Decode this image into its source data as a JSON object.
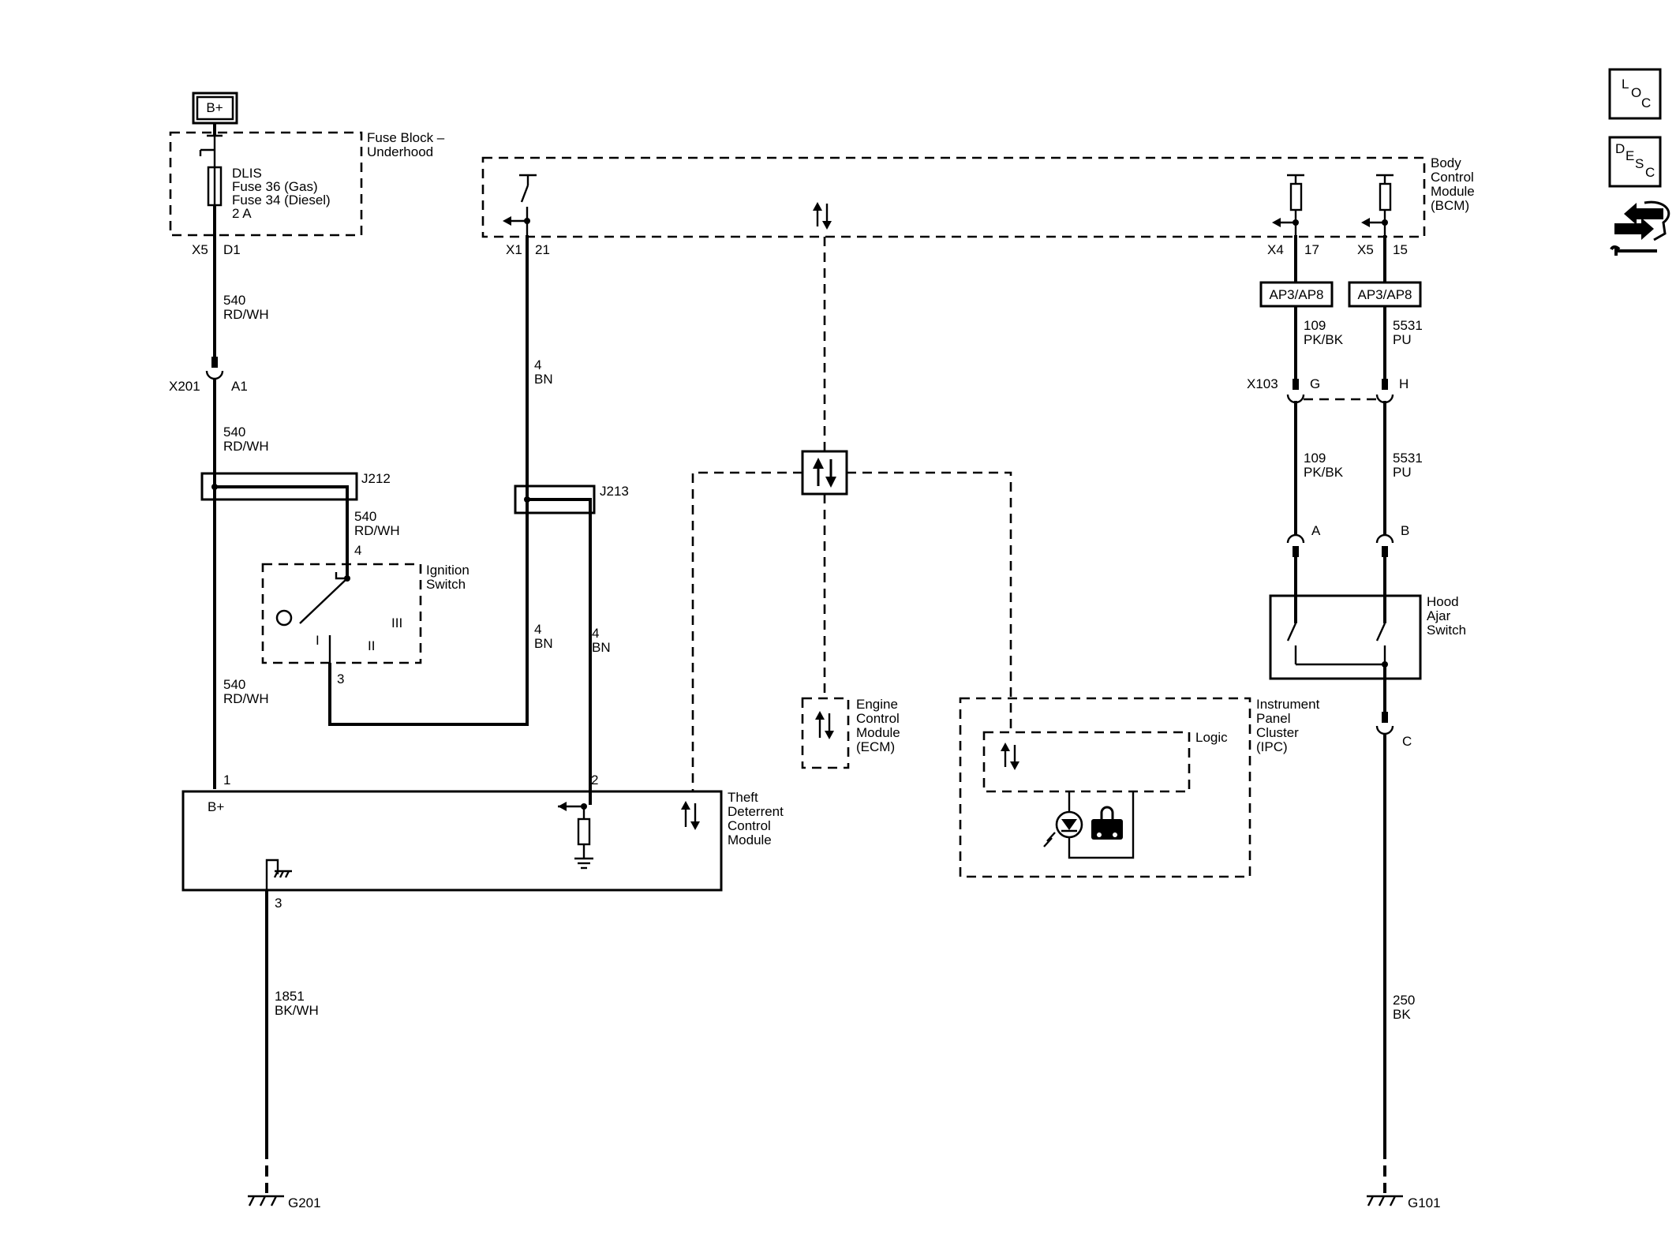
{
  "diagram": {
    "battery": "B+",
    "fuse_block": {
      "title_line1": "Fuse Block –",
      "title_line2": "Underhood"
    },
    "fuse": {
      "line1": "DLIS",
      "line2": "Fuse 36 (Gas)",
      "line3": "Fuse 34 (Diesel)",
      "line4": "2 A"
    },
    "fuse_pins": {
      "connector": "X5",
      "pin": "D1"
    },
    "wire_540a": {
      "circuit": "540",
      "color": "RD/WH"
    },
    "x201": {
      "connector": "X201",
      "pin": "A1"
    },
    "wire_540b": {
      "circuit": "540",
      "color": "RD/WH"
    },
    "j212": "J212",
    "wire_540c": {
      "circuit": "540",
      "color": "RD/WH"
    },
    "ign_pin4": "4",
    "ignition_switch": {
      "line1": "Ignition",
      "line2": "Switch"
    },
    "ign_positions": {
      "p1": "I",
      "p2": "II",
      "p3": "III"
    },
    "ign_pin3": "3",
    "wire_540d": {
      "circuit": "540",
      "color": "RD/WH"
    },
    "bcm_pins_left": {
      "connector": "X1",
      "pin": "21"
    },
    "wire_4a": {
      "circuit": "4",
      "color": "BN"
    },
    "j213": "J213",
    "wire_4b": {
      "circuit": "4",
      "color": "BN"
    },
    "wire_4c": {
      "circuit": "4",
      "color": "BN"
    },
    "tdcm_pin1": "1",
    "tdcm_pin2": "2",
    "tdcm_bplus": "B+",
    "tdcm": {
      "line1": "Theft",
      "line2": "Deterrent",
      "line3": "Control",
      "line4": "Module"
    },
    "tdcm_pin3": "3",
    "wire_1851": {
      "circuit": "1851",
      "color": "BK/WH"
    },
    "g201": "G201",
    "bcm": {
      "line1": "Body",
      "line2": "Control",
      "line3": "Module",
      "line4": "(BCM)"
    },
    "bcm_pins_x4": {
      "connector": "X4",
      "pin": "17"
    },
    "bcm_pins_x5": {
      "connector": "X5",
      "pin": "15"
    },
    "ap_label_1": "AP3/AP8",
    "ap_label_2": "AP3/AP8",
    "wire_109a": {
      "circuit": "109",
      "color": "PK/BK"
    },
    "wire_5531a": {
      "circuit": "5531",
      "color": "PU"
    },
    "x103": {
      "connector": "X103",
      "pin_g": "G",
      "pin_h": "H"
    },
    "wire_109b": {
      "circuit": "109",
      "color": "PK/BK"
    },
    "wire_5531b": {
      "circuit": "5531",
      "color": "PU"
    },
    "hood_pins": {
      "a": "A",
      "b": "B",
      "c": "C"
    },
    "hood_switch": {
      "line1": "Hood",
      "line2": "Ajar",
      "line3": "Switch"
    },
    "wire_250": {
      "circuit": "250",
      "color": "BK"
    },
    "g101": "G101",
    "ecm": {
      "line1": "Engine",
      "line2": "Control",
      "line3": "Module",
      "line4": "(ECM)"
    },
    "ipc": {
      "line1": "Instrument",
      "line2": "Panel",
      "line3": "Cluster",
      "line4": "(IPC)"
    },
    "ipc_logic": "Logic"
  },
  "side_icons": {
    "loc": {
      "l": "L",
      "o": "O",
      "c": "C"
    },
    "desc": {
      "d": "D",
      "e": "E",
      "s": "S",
      "c": "C"
    },
    "connector_icon": "connector-repair-icon"
  }
}
